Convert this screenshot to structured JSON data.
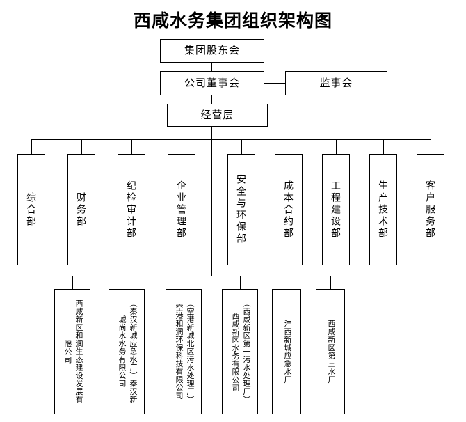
{
  "page": {
    "title": "西咸水务集团组织架构图",
    "background_color": "#ffffff",
    "line_color": "#000000",
    "text_color": "#000000"
  },
  "top_level": {
    "shareholders": "集团股东会",
    "board": "公司董事会",
    "supervisors": "监事会",
    "management": "经营层"
  },
  "departments": [
    {
      "label": "综合部"
    },
    {
      "label": "财务部"
    },
    {
      "label": "纪检审计部"
    },
    {
      "label": "企业管理部"
    },
    {
      "label": "安全与环保部"
    },
    {
      "label": "成本合约部"
    },
    {
      "label": "工程建设部"
    },
    {
      "label": "生产技术部"
    },
    {
      "label": "客户服务部"
    }
  ],
  "subsidiaries": [
    {
      "label": "西咸新区和润生态建设发展有限公司"
    },
    {
      "label": "（秦汉新城应急水厂）秦汉新城尚水水务有限公司"
    },
    {
      "label": "（空港新城北区污水处理厂）空港和润环保科技有限公司"
    },
    {
      "label": "（西咸新区第一污水处理厂）西咸新区水务有限公司"
    },
    {
      "label": "沣西新城应急水厂"
    },
    {
      "label": "西咸新区第三水厂"
    }
  ]
}
